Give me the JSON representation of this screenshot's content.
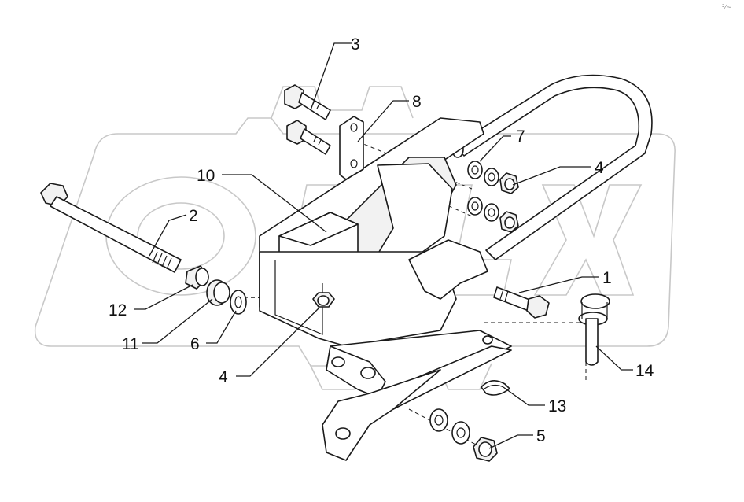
{
  "diagram": {
    "corner_mark": "²⁄~",
    "callouts": [
      {
        "id": "c1",
        "label": "1"
      },
      {
        "id": "c2",
        "label": "2"
      },
      {
        "id": "c3",
        "label": "3"
      },
      {
        "id": "c4a",
        "label": "4"
      },
      {
        "id": "c4b",
        "label": "4"
      },
      {
        "id": "c5",
        "label": "5"
      },
      {
        "id": "c6",
        "label": "6"
      },
      {
        "id": "c7",
        "label": "7"
      },
      {
        "id": "c8",
        "label": "8"
      },
      {
        "id": "c10",
        "label": "10"
      },
      {
        "id": "c11",
        "label": "11"
      },
      {
        "id": "c12",
        "label": "12"
      },
      {
        "id": "c13",
        "label": "13"
      },
      {
        "id": "c14",
        "label": "14"
      }
    ]
  }
}
